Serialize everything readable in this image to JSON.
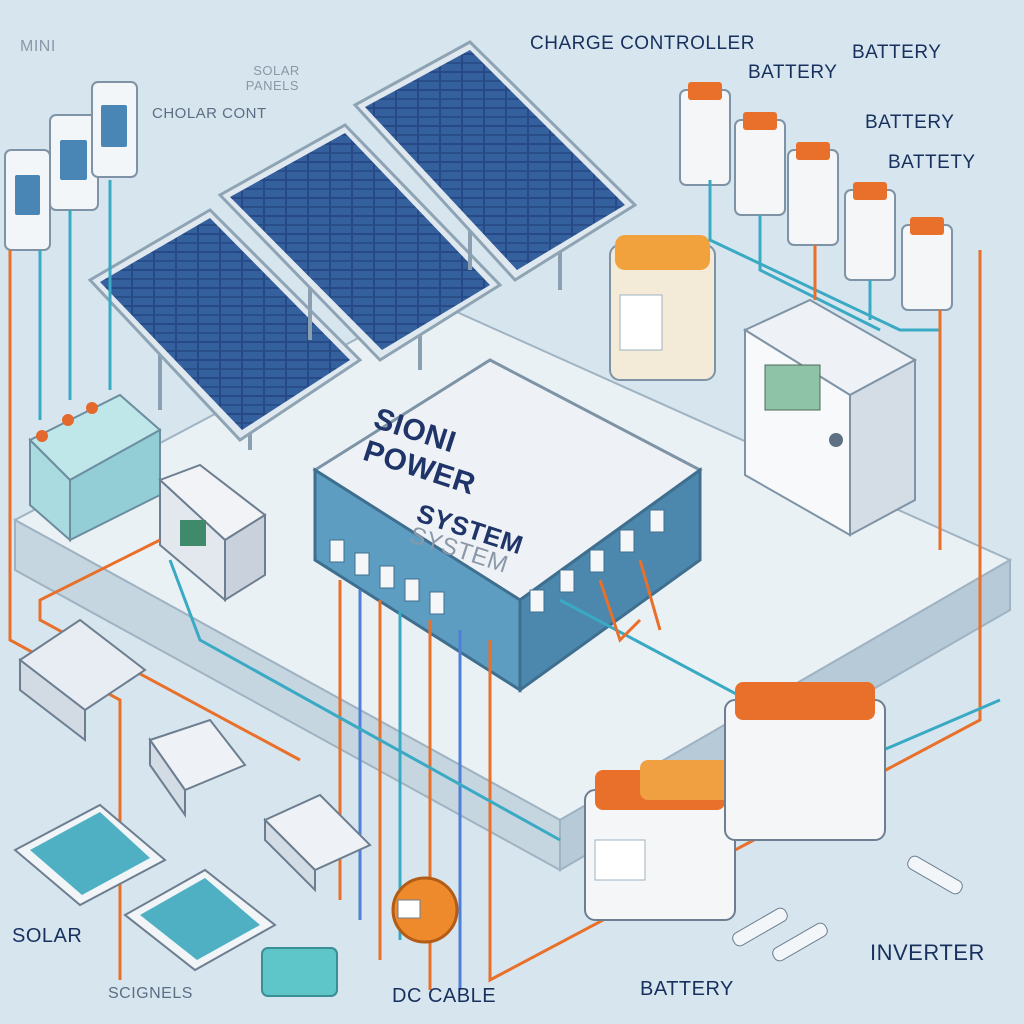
{
  "labels": {
    "mini": "MINI",
    "solar_panels_top": "SOLAR\nPANELS",
    "cholar_cont": "CHOLAR CONT",
    "charge_controller": "CHARGE CONTROLLER",
    "battery_1": "BATTERY",
    "battery_2": "BATTERY",
    "battery_3": "BATTERY",
    "battety": "BATTETY",
    "hub_line1": "SIONI",
    "hub_line2": "POWER",
    "hub_line3": "SYSTEM",
    "hub_line4": "SYSTEM",
    "solar_bottom": "SOLAR",
    "scignels": "SCIGNELS",
    "dc_cable": "DC CABLE",
    "battery_bottom": "BATTERY",
    "inverter": "INVERTER"
  },
  "colors": {
    "background": "#d7e6ee",
    "panel_cell": "#2b4f8f",
    "wire_orange": "#e8702a",
    "wire_teal": "#3aa9c4",
    "wire_blue": "#4f7fd6",
    "hub_top": "#eef2f6",
    "hub_side": "#4d8fb8",
    "label_text": "#1b2a5a"
  }
}
